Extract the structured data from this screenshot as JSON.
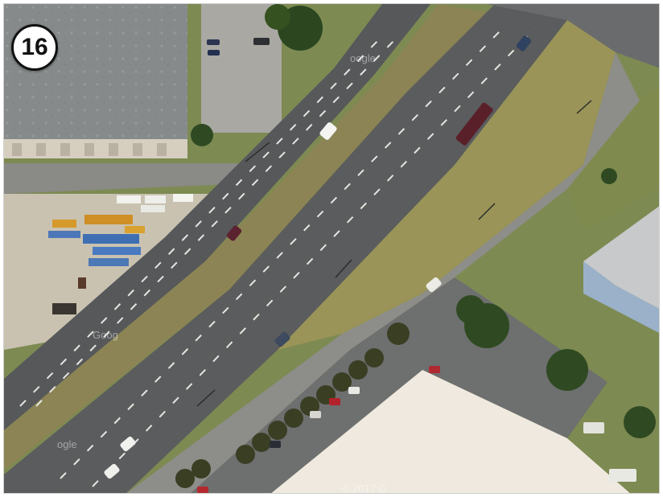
{
  "badge": {
    "number": "16"
  },
  "watermarks": [
    "oogle",
    "Goog",
    "ogle",
    "© 2017 G"
  ],
  "colors": {
    "asphalt": "#56585a",
    "grass": "#7d8a52",
    "dry_grass": "#9a9458",
    "roof_dark": "#8b8f8f",
    "roof_light": "#efe9df",
    "building_blue": "#9ab1c9",
    "badge_border": "#111111"
  },
  "icons": [
    "road-stripe",
    "tree-canopy",
    "parked-vehicle",
    "light-pole"
  ]
}
